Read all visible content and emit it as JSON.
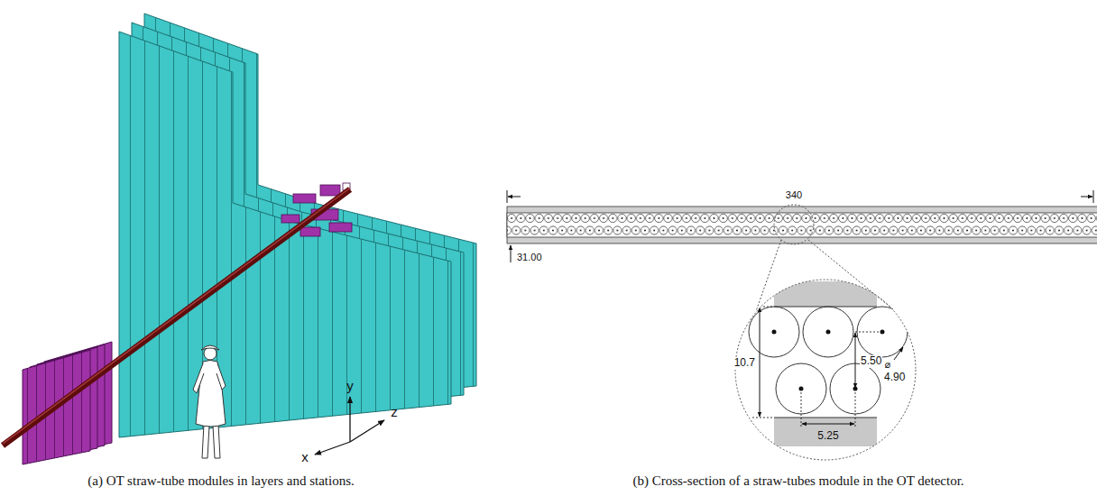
{
  "diagram": {
    "labels": [
      "x",
      "y",
      "z",
      "(a) OT straw-tube modules in layers and stations.",
      "340",
      "31.00",
      "10.7",
      "5.50",
      "⌀",
      "4.90",
      "5.25",
      "(b) Cross-section of a straw-tubes module in the OT detector."
    ]
  }
}
